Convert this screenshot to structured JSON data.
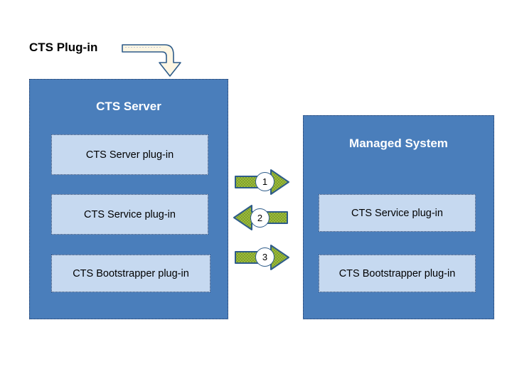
{
  "diagram": {
    "title_label": "CTS Plug-in",
    "panels": [
      {
        "id": "cts-server",
        "title": "CTS Server",
        "boxes": [
          {
            "id": "server-plugin",
            "label": "CTS Server plug-in"
          },
          {
            "id": "service-plugin-left",
            "label": "CTS Service plug-in"
          },
          {
            "id": "bootstrapper-left",
            "label": "CTS Bootstrapper plug-in"
          }
        ]
      },
      {
        "id": "managed-system",
        "title": "Managed System",
        "boxes": [
          {
            "id": "service-plugin-right",
            "label": "CTS Service plug-in"
          },
          {
            "id": "bootstrapper-right",
            "label": "CTS Bootstrapper plug-in"
          }
        ]
      }
    ],
    "flow_arrows": [
      {
        "number": "1",
        "direction": "right"
      },
      {
        "number": "2",
        "direction": "left"
      },
      {
        "number": "3",
        "direction": "right"
      }
    ],
    "connector": {
      "name": "elbow-arrow",
      "direction": "down",
      "from": "CTS Plug-in",
      "to": "CTS Server"
    },
    "colors": {
      "panel_fill": "#4A7EBB",
      "panel_border": "#1F3864",
      "box_fill": "#C6D9F0",
      "box_border": "#1F3864",
      "arrow_fill": "#9BBB3C",
      "arrow_border": "#2E5C8A",
      "connector_fill": "#FDF6E3",
      "badge_fill": "#FFFFFF",
      "title_text": "#FFFFFF",
      "body_text": "#000000",
      "background": "#FFFFFF"
    }
  }
}
